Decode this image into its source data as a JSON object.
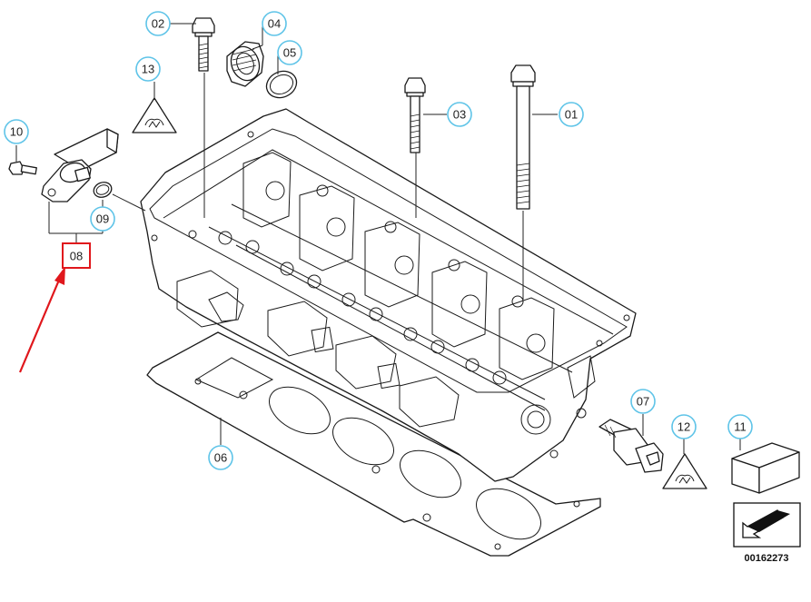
{
  "callouts": {
    "c01": "01",
    "c02": "02",
    "c03": "03",
    "c04": "04",
    "c05": "05",
    "c06": "06",
    "c07": "07",
    "c08": "08",
    "c09": "09",
    "c10": "10",
    "c11": "11",
    "c12": "12",
    "c13": "13"
  },
  "highlight": {
    "part": "08",
    "box_color": "#e0171c",
    "arrow_color": "#e0171c"
  },
  "callout_color": "#5fc4e8",
  "catalog_number": "00162273",
  "icons": {
    "triangle": "warning-triangle-icon",
    "kit": "parts-kit-box-icon",
    "direction": "direction-arrow-icon"
  }
}
